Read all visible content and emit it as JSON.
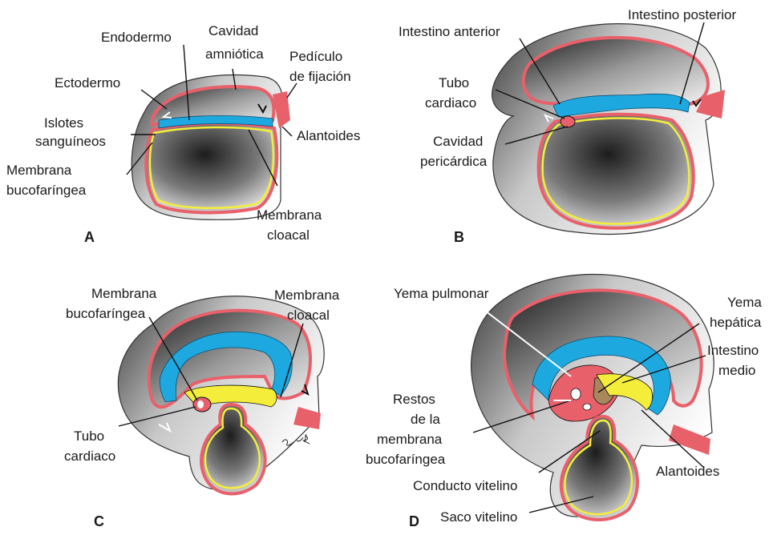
{
  "colors": {
    "ectoderm": "#e8606a",
    "endoderm": "#1ea8e0",
    "endoderm_light": "#bfe4f6",
    "mesoderm": "#f4ee3a",
    "mesenchyme": "#f0a9a9",
    "liver": "#a8875c",
    "shadow_dark": "#2a2a2a",
    "shadow_light": "#f2f2f2"
  },
  "panels": {
    "a": {
      "letter": "A",
      "labels": {
        "endodermo": "Endodermo",
        "cavidad_1": "Cavidad",
        "cavidad_2": "amniótica",
        "pediculo_1": "Pedículo",
        "pediculo_2": "de fijación",
        "ectodermo": "Ectodermo",
        "islotes_1": "Islotes",
        "islotes_2": "sanguíneos",
        "alantoides": "Alantoides",
        "membrana_buco_1": "Membrana",
        "membrana_buco_2": "bucofaríngea",
        "membrana_cloacal_1": "Membrana",
        "membrana_cloacal_2": "cloacal"
      }
    },
    "b": {
      "letter": "B",
      "labels": {
        "intestino_posterior": "Intestino posterior",
        "intestino_anterior": "Intestino anterior",
        "tubo_1": "Tubo",
        "tubo_2": "cardiaco",
        "cavidad_peri_1": "Cavidad",
        "cavidad_peri_2": "pericárdica"
      }
    },
    "c": {
      "letter": "C",
      "labels": {
        "membrana_buco_1": "Membrana",
        "membrana_buco_2": "bucofaríngea",
        "membrana_cloacal_1": "Membrana",
        "membrana_cloacal_2": "cloacal",
        "tubo_1": "Tubo",
        "tubo_2": "cardiaco"
      }
    },
    "d": {
      "letter": "D",
      "labels": {
        "yema_pulmonar": "Yema pulmonar",
        "yema_hepatica_1": "Yema",
        "yema_hepatica_2": "hepática",
        "intestino_medio_1": "Intestino",
        "intestino_medio_2": "medio",
        "restos_1": "Restos",
        "restos_2": "de la",
        "restos_3": "membrana",
        "restos_4": "bucofaríngea",
        "alantoides": "Alantoides",
        "conducto_vitelino": "Conducto vitelino",
        "saco_vitelino": "Saco vitelino"
      }
    }
  }
}
